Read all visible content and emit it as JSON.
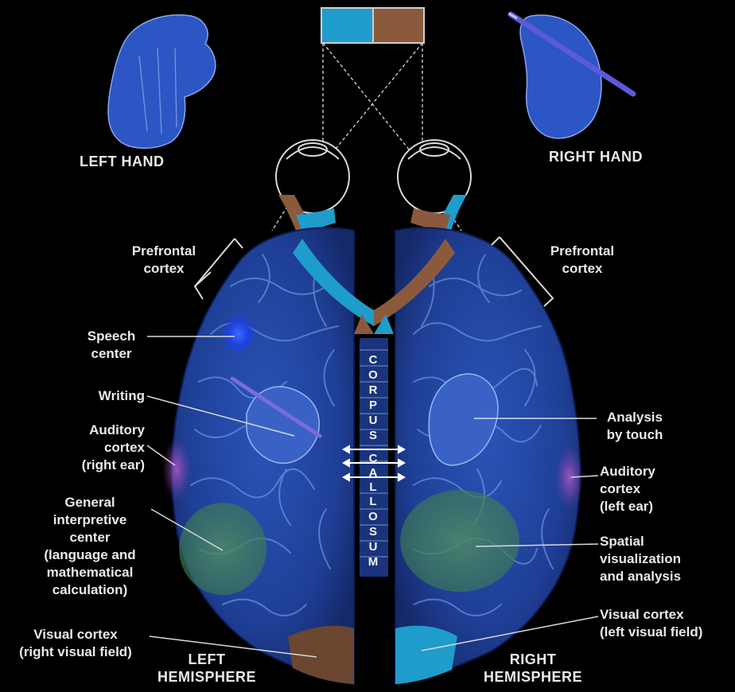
{
  "colors": {
    "left_field": "#1e9ccc",
    "right_field": "#8b5a3c",
    "brain": "#1f3f96",
    "background": "#000000"
  },
  "labels": {
    "left_hand": "LEFT HAND",
    "right_hand": "RIGHT HAND",
    "prefrontal_left": [
      "Prefrontal",
      "cortex"
    ],
    "prefrontal_right": [
      "Prefrontal",
      "cortex"
    ],
    "speech_center": [
      "Speech",
      "center"
    ],
    "writing": [
      "Writing"
    ],
    "auditory_left": [
      "Auditory",
      "cortex",
      "(right ear)"
    ],
    "general_interpretive": [
      "General",
      "interpretive",
      "center",
      "(language and",
      "mathematical",
      "calculation)"
    ],
    "visual_left": [
      "Visual cortex",
      "(right visual field)"
    ],
    "left_hemisphere": [
      "LEFT",
      "HEMISPHERE"
    ],
    "analysis_touch": [
      "Analysis",
      "by touch"
    ],
    "auditory_right": [
      "Auditory",
      "cortex",
      "(left ear)"
    ],
    "spatial": [
      "Spatial",
      "visualization",
      "and analysis"
    ],
    "visual_right": [
      "Visual cortex",
      "(left visual field)"
    ],
    "right_hemisphere": [
      "RIGHT",
      "HEMISPHERE"
    ]
  },
  "corpus_callosum_letters": [
    "C",
    "O",
    "R",
    "P",
    "U",
    "S",
    "C",
    "A",
    "L",
    "L",
    "O",
    "S",
    "U",
    "M"
  ],
  "icons": [
    "left-hand-icon",
    "right-hand-pencil-icon",
    "left-eye-icon",
    "right-eye-icon",
    "brain-left-hemisphere-icon",
    "brain-right-hemisphere-icon"
  ]
}
